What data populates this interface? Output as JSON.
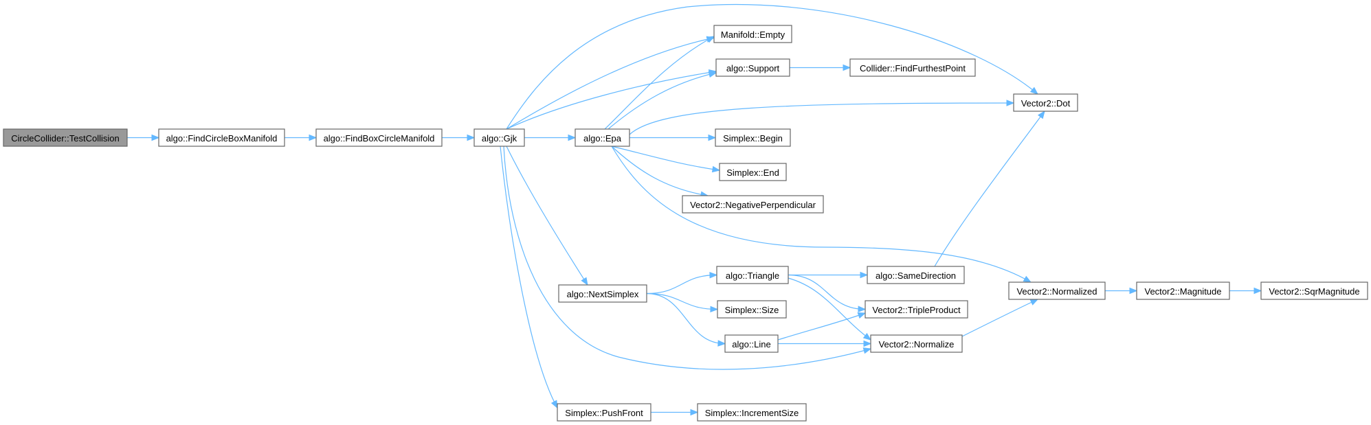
{
  "nodes": {
    "circlecollider_testcollision": "CircleCollider::TestCollision",
    "findcircleboxmanifold": "algo::FindCircleBoxManifold",
    "findboxcirclemanifold": "algo::FindBoxCircleManifold",
    "gjk": "algo::Gjk",
    "manifold_empty": "Manifold::Empty",
    "support": "algo::Support",
    "collider_findfurthestpoint": "Collider::FindFurthestPoint",
    "epa": "algo::Epa",
    "vector2_dot": "Vector2::Dot",
    "simplex_begin": "Simplex::Begin",
    "simplex_end": "Simplex::End",
    "vector2_negativeperpendicular": "Vector2::NegativePerpendicular",
    "nextsimplex": "algo::NextSimplex",
    "triangle": "algo::Triangle",
    "samedirection": "algo::SameDirection",
    "simplex_size": "Simplex::Size",
    "line": "algo::Line",
    "vector2_tripleproduct": "Vector2::TripleProduct",
    "vector2_normalize": "Vector2::Normalize",
    "vector2_normalized": "Vector2::Normalized",
    "vector2_magnitude": "Vector2::Magnitude",
    "vector2_sqrmagnitude": "Vector2::SqrMagnitude",
    "simplex_pushfront": "Simplex::PushFront",
    "simplex_incrementsize": "Simplex::IncrementSize"
  },
  "edges": [
    [
      "circlecollider_testcollision",
      "findcircleboxmanifold"
    ],
    [
      "findcircleboxmanifold",
      "findboxcirclemanifold"
    ],
    [
      "findboxcirclemanifold",
      "gjk"
    ],
    [
      "gjk",
      "epa"
    ],
    [
      "gjk",
      "manifold_empty"
    ],
    [
      "gjk",
      "support"
    ],
    [
      "gjk",
      "vector2_dot"
    ],
    [
      "gjk",
      "nextsimplex"
    ],
    [
      "gjk",
      "simplex_pushfront"
    ],
    [
      "gjk",
      "vector2_normalize"
    ],
    [
      "epa",
      "manifold_empty"
    ],
    [
      "epa",
      "support"
    ],
    [
      "epa",
      "vector2_dot"
    ],
    [
      "epa",
      "simplex_begin"
    ],
    [
      "epa",
      "simplex_end"
    ],
    [
      "epa",
      "vector2_negativeperpendicular"
    ],
    [
      "epa",
      "vector2_normalized"
    ],
    [
      "support",
      "collider_findfurthestpoint"
    ],
    [
      "nextsimplex",
      "triangle"
    ],
    [
      "nextsimplex",
      "simplex_size"
    ],
    [
      "nextsimplex",
      "line"
    ],
    [
      "triangle",
      "samedirection"
    ],
    [
      "triangle",
      "vector2_tripleproduct"
    ],
    [
      "triangle",
      "vector2_normalize"
    ],
    [
      "line",
      "vector2_tripleproduct"
    ],
    [
      "line",
      "vector2_normalize"
    ],
    [
      "samedirection",
      "vector2_dot"
    ],
    [
      "vector2_normalize",
      "vector2_normalized"
    ],
    [
      "vector2_normalized",
      "vector2_magnitude"
    ],
    [
      "vector2_magnitude",
      "vector2_sqrmagnitude"
    ],
    [
      "simplex_pushfront",
      "simplex_incrementsize"
    ]
  ],
  "colors": {
    "edge": "#63b8ff",
    "node_border": "#666666",
    "node_fill": "#ffffff",
    "root_fill": "#999999"
  }
}
